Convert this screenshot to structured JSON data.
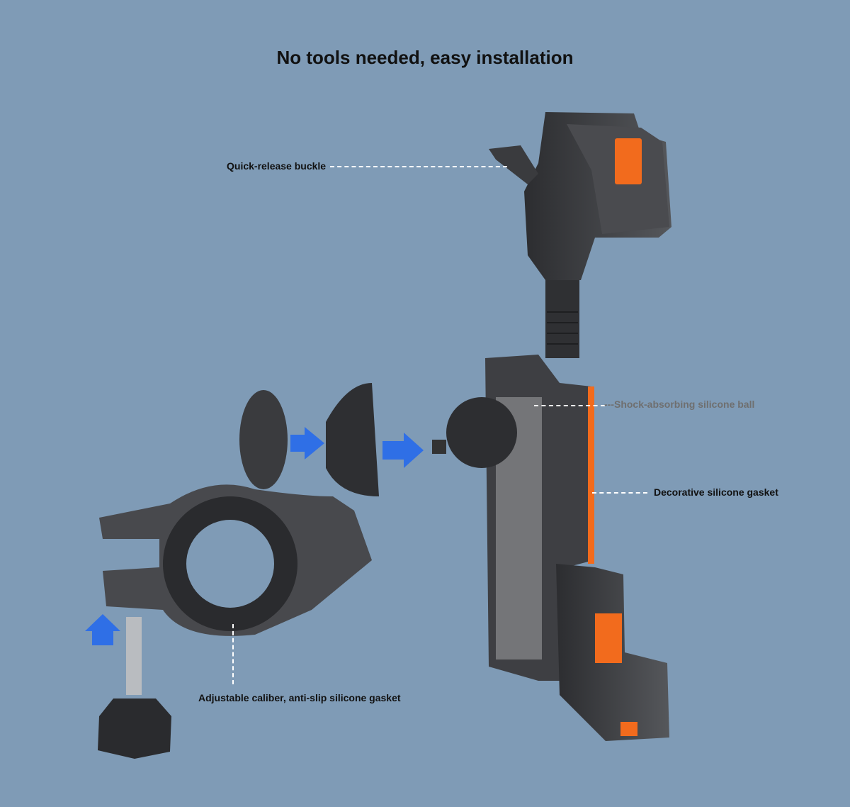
{
  "title": "No tools needed, easy installation",
  "labels": {
    "quick_release": "Quick-release buckle",
    "shock_ball": "---Shock-absorbing silicone ball",
    "decorative_gasket": "Decorative silicone gasket",
    "adjustable": "Adjustable caliber, anti-slip silicone gasket"
  },
  "colors": {
    "background": "#7f9bb6",
    "accent": "#f26b1d",
    "arrow": "#2f6fe6",
    "body": "#3c3d40"
  }
}
